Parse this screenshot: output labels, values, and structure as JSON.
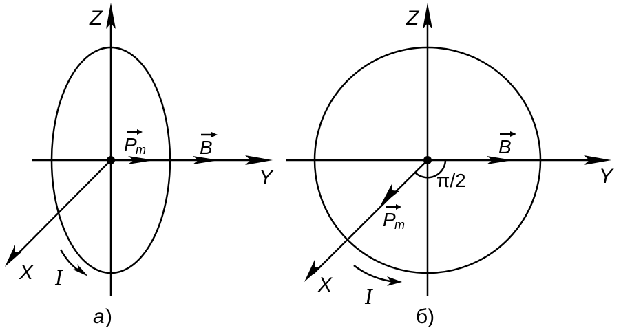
{
  "left": {
    "axis_z": "Z",
    "axis_y": "Y",
    "axis_x": "X",
    "pm_main": "P",
    "pm_sub": "m",
    "b_label": "B",
    "current": "I",
    "caption_letter": "a",
    "caption_paren": ")"
  },
  "right": {
    "axis_z": "Z",
    "axis_y": "Y",
    "axis_x": "X",
    "pm_main": "P",
    "pm_sub": "m",
    "b_label": "B",
    "current": "I",
    "angle": "π/2",
    "caption": "б)"
  }
}
